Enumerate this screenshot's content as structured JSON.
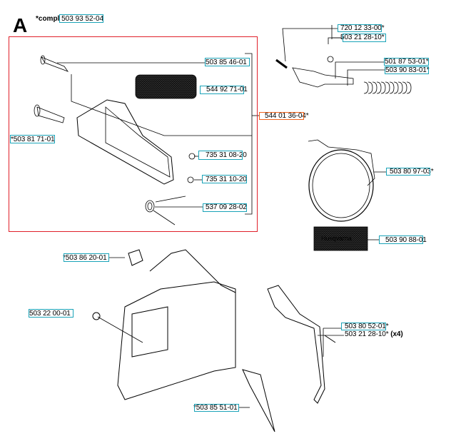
{
  "section_letter": "A",
  "compl": {
    "prefix": "*compl",
    "part": "503 93 52-04"
  },
  "parts": [
    {
      "id": "p1",
      "text": "503 85 46-01"
    },
    {
      "id": "p2",
      "text": "544 92 71-01"
    },
    {
      "id": "p3",
      "text": "*503 81 71-01"
    },
    {
      "id": "p4",
      "text": "735 31 08-20"
    },
    {
      "id": "p5",
      "text": "735 31 10-20"
    },
    {
      "id": "p6",
      "text": "537 09 28-02"
    },
    {
      "id": "p7",
      "text": "544 01 36-04*"
    },
    {
      "id": "p8",
      "text": "720 12 33-00*"
    },
    {
      "id": "p9",
      "text": "503 21 28-10*"
    },
    {
      "id": "p10",
      "text": "501 87 53-01*"
    },
    {
      "id": "p11",
      "text": "503 90 83-01*"
    },
    {
      "id": "p12",
      "text": "503 80 97-03*"
    },
    {
      "id": "p13",
      "text": "503 90 88-01"
    },
    {
      "id": "p14",
      "text": "*503 86 20-01"
    },
    {
      "id": "p15",
      "text": "503 22 00-01"
    },
    {
      "id": "p16",
      "text": "503 80 52-01*"
    },
    {
      "id": "p17",
      "text": "503 21 28-10*"
    },
    {
      "id": "p18",
      "text": "*503 85 51-01"
    }
  ],
  "qty_note": "(x4)",
  "decal_brand": "Husqvarna",
  "colors": {
    "link_box": "#1aa3b8",
    "highlight_box": "#f0641e",
    "kit_frame": "#e0202a"
  }
}
